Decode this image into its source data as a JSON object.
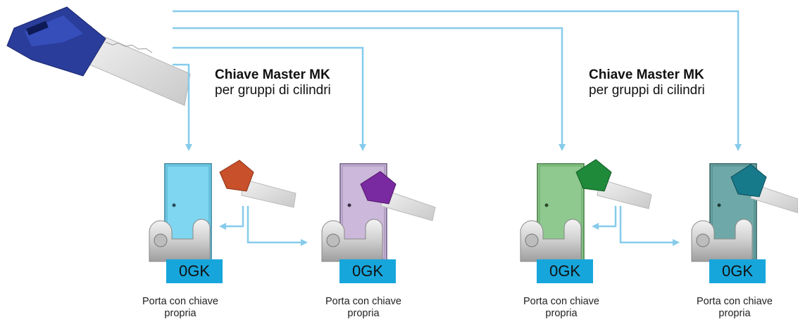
{
  "colors": {
    "arrow": "#86cbeb",
    "badge": "#17a6dc",
    "master_key": "#2a3d9a",
    "door_1": "#7fd6f0",
    "door_2": "#cbb8da",
    "door_3": "#8fc98f",
    "door_4": "#6fa8a8",
    "key_1": "#c8502a",
    "key_2": "#7a2aa0",
    "key_3": "#1f8a3a",
    "key_4": "#177a8a"
  },
  "groups": [
    {
      "title": "Chiave Master MK",
      "subtitle": "per gruppi di cilindri"
    },
    {
      "title": "Chiave Master MK",
      "subtitle": "per gruppi di cilindri"
    }
  ],
  "doors": [
    {
      "badge": "0GK",
      "caption_line1": "Porta con chiave",
      "caption_line2": "propria",
      "door_color": "door_1",
      "key_color": "key_1"
    },
    {
      "badge": "0GK",
      "caption_line1": "Porta con chiave",
      "caption_line2": "propria",
      "door_color": "door_2",
      "key_color": "key_2"
    },
    {
      "badge": "0GK",
      "caption_line1": "Porta con chiave",
      "caption_line2": "propria",
      "door_color": "door_3",
      "key_color": "key_3"
    },
    {
      "badge": "0GK",
      "caption_line1": "Porta con chiave",
      "caption_line2": "propria",
      "door_color": "door_4",
      "key_color": "key_4"
    }
  ],
  "icons": [
    "master-key-icon",
    "door-icon",
    "key-icon",
    "lock-cylinder-icon",
    "arrow-icon"
  ]
}
